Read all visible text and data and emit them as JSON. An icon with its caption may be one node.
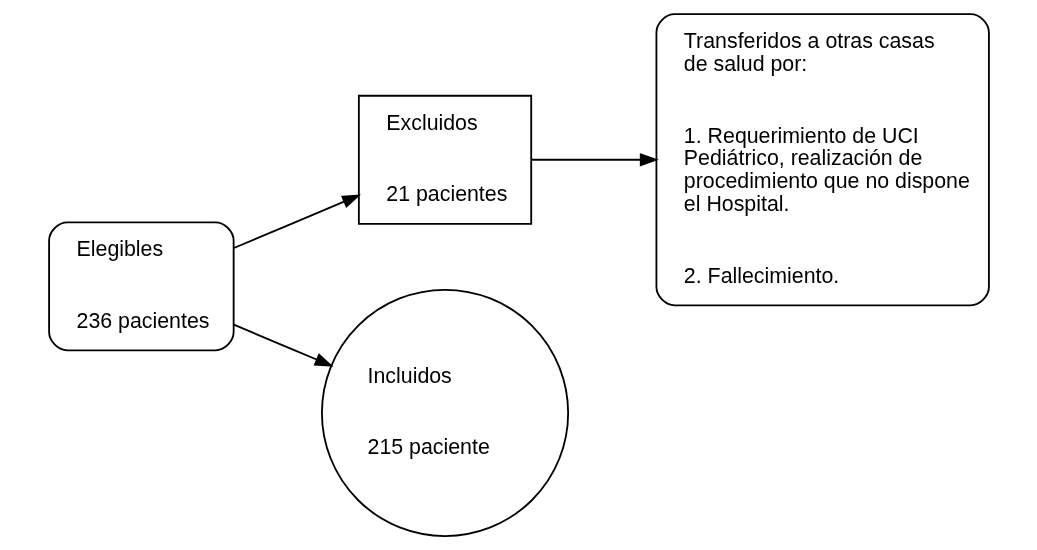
{
  "diagram": {
    "nodes": [
      {
        "text": [
          "Elegibles",
          "236 pacientes"
        ]
      },
      {
        "text": [
          "Excluidos",
          "21 pacientes"
        ]
      },
      {
        "text": [
          "Transferidos a otras casas de salud por:",
          "1. Requerimiento de UCI Pediátrico, realización de procedimiento que no dispone el Hospital.",
          "2. Fallecimiento."
        ]
      },
      {
        "text": [
          "Incluidos",
          "215 paciente"
        ]
      }
    ],
    "edges": [
      {
        "from": 0,
        "to": 1,
        "arrow": "to"
      },
      {
        "from": 0,
        "to": 3,
        "arrow": "to"
      },
      {
        "from": 1,
        "to": 2,
        "arrow": "to"
      }
    ]
  }
}
